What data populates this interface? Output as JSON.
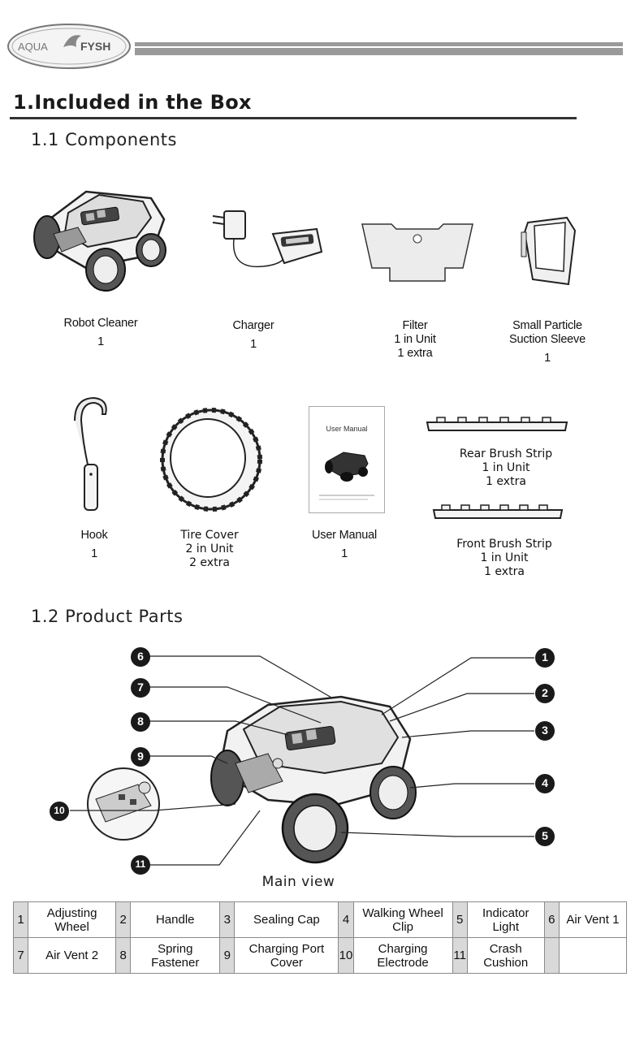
{
  "brand": {
    "left": "AQUA",
    "right": "FYSH"
  },
  "section1_title": "1.Included in the Box",
  "sub1_title": "1.1  Components",
  "components": [
    {
      "name": "Robot Cleaner",
      "qty": "1"
    },
    {
      "name": "Charger",
      "qty": "1"
    },
    {
      "name": "Filter",
      "line2": "1 in Unit",
      "line3": "1 extra"
    },
    {
      "name": "Small Particle",
      "line2": "Suction Sleeve",
      "qty": "1"
    },
    {
      "name": "Hook",
      "qty": "1"
    },
    {
      "name": "Tire Cover",
      "line2": "2 in Unit",
      "line3": "2 extra"
    },
    {
      "name": "User Manual",
      "qty": "1",
      "cover_title": "User Manual"
    },
    {
      "name": "Rear Brush Strip",
      "line2": "1 in Unit",
      "line3": "1 extra"
    },
    {
      "name": "Front Brush Strip",
      "line2": "1 in Unit",
      "line3": "1 extra"
    }
  ],
  "sub2_title": "1.2  Product Parts",
  "callouts": [
    "1",
    "2",
    "3",
    "4",
    "5",
    "6",
    "7",
    "8",
    "9",
    "10",
    "11"
  ],
  "main_view_label": "Main view",
  "parts_table": [
    [
      {
        "n": "1",
        "label": "Adjusting Wheel"
      },
      {
        "n": "2",
        "label": "Handle"
      },
      {
        "n": "3",
        "label": "Sealing Cap"
      },
      {
        "n": "4",
        "label": "Walking Wheel Clip"
      },
      {
        "n": "5",
        "label": "Indicator Light"
      },
      {
        "n": "6",
        "label": "Air Vent 1"
      }
    ],
    [
      {
        "n": "7",
        "label": "Air Vent 2"
      },
      {
        "n": "8",
        "label": "Spring Fastener"
      },
      {
        "n": "9",
        "label": "Charging Port Cover"
      },
      {
        "n": "10",
        "label": "Charging Electrode"
      },
      {
        "n": "11",
        "label": "Crash Cushion"
      },
      {
        "n": "",
        "label": ""
      }
    ]
  ]
}
